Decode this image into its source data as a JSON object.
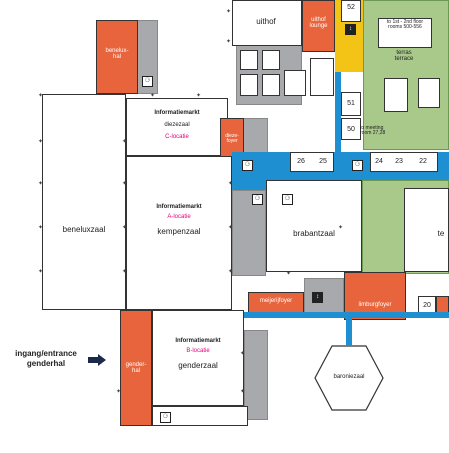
{
  "rooms": {
    "uithof": "uithof",
    "uithof_lounge": "uithof\nlounge",
    "benelux_hal": "benelux-\nhal",
    "diezezaal": "diezezaal",
    "dieze_foyer": "dieze-\nfoyer",
    "beneluxzaal": "beneluxzaal",
    "kempenzaal": "kempenzaal",
    "brabantzaal": "brabantzaal",
    "terras_terrace": "terras\nterrace",
    "meijerijfoyer": "meijerijfoyer",
    "limburgfoyer": "limburgfoyer",
    "genderzaal": "genderzaal",
    "gender_hal": "gender-\nhal",
    "baroniezaal": "baroniezaal",
    "cut_label": "te"
  },
  "room_numbers": [
    "52",
    "51",
    "50",
    "26",
    "25",
    "24",
    "23",
    "22",
    "20"
  ],
  "info": {
    "c": {
      "title": "Informatiemarkt",
      "sub": "C-locatie"
    },
    "a": {
      "title": "Informatiemarkt",
      "sub": "A-locatie"
    },
    "b": {
      "title": "Informatiemarkt",
      "sub": "B-locatie"
    }
  },
  "notes": {
    "to_meeting": "to meeting\nroom 27,28",
    "to_first_floor": "to 1st - 2nd floor\nrooms 500-556"
  },
  "entrance": {
    "line1": "ingang/entrance",
    "line2": "genderhal"
  },
  "icons": {
    "toilet": "toilet-icon",
    "elevator": "elevator-icon",
    "arrow": "arrow-right-icon"
  },
  "colors": {
    "hall": "#e8643c",
    "circulation": "#1e8fd0",
    "terrace": "#a9c98a",
    "service": "#a7a9ac",
    "stairs": "#f3c316",
    "info_highlight": "#e6007e"
  }
}
